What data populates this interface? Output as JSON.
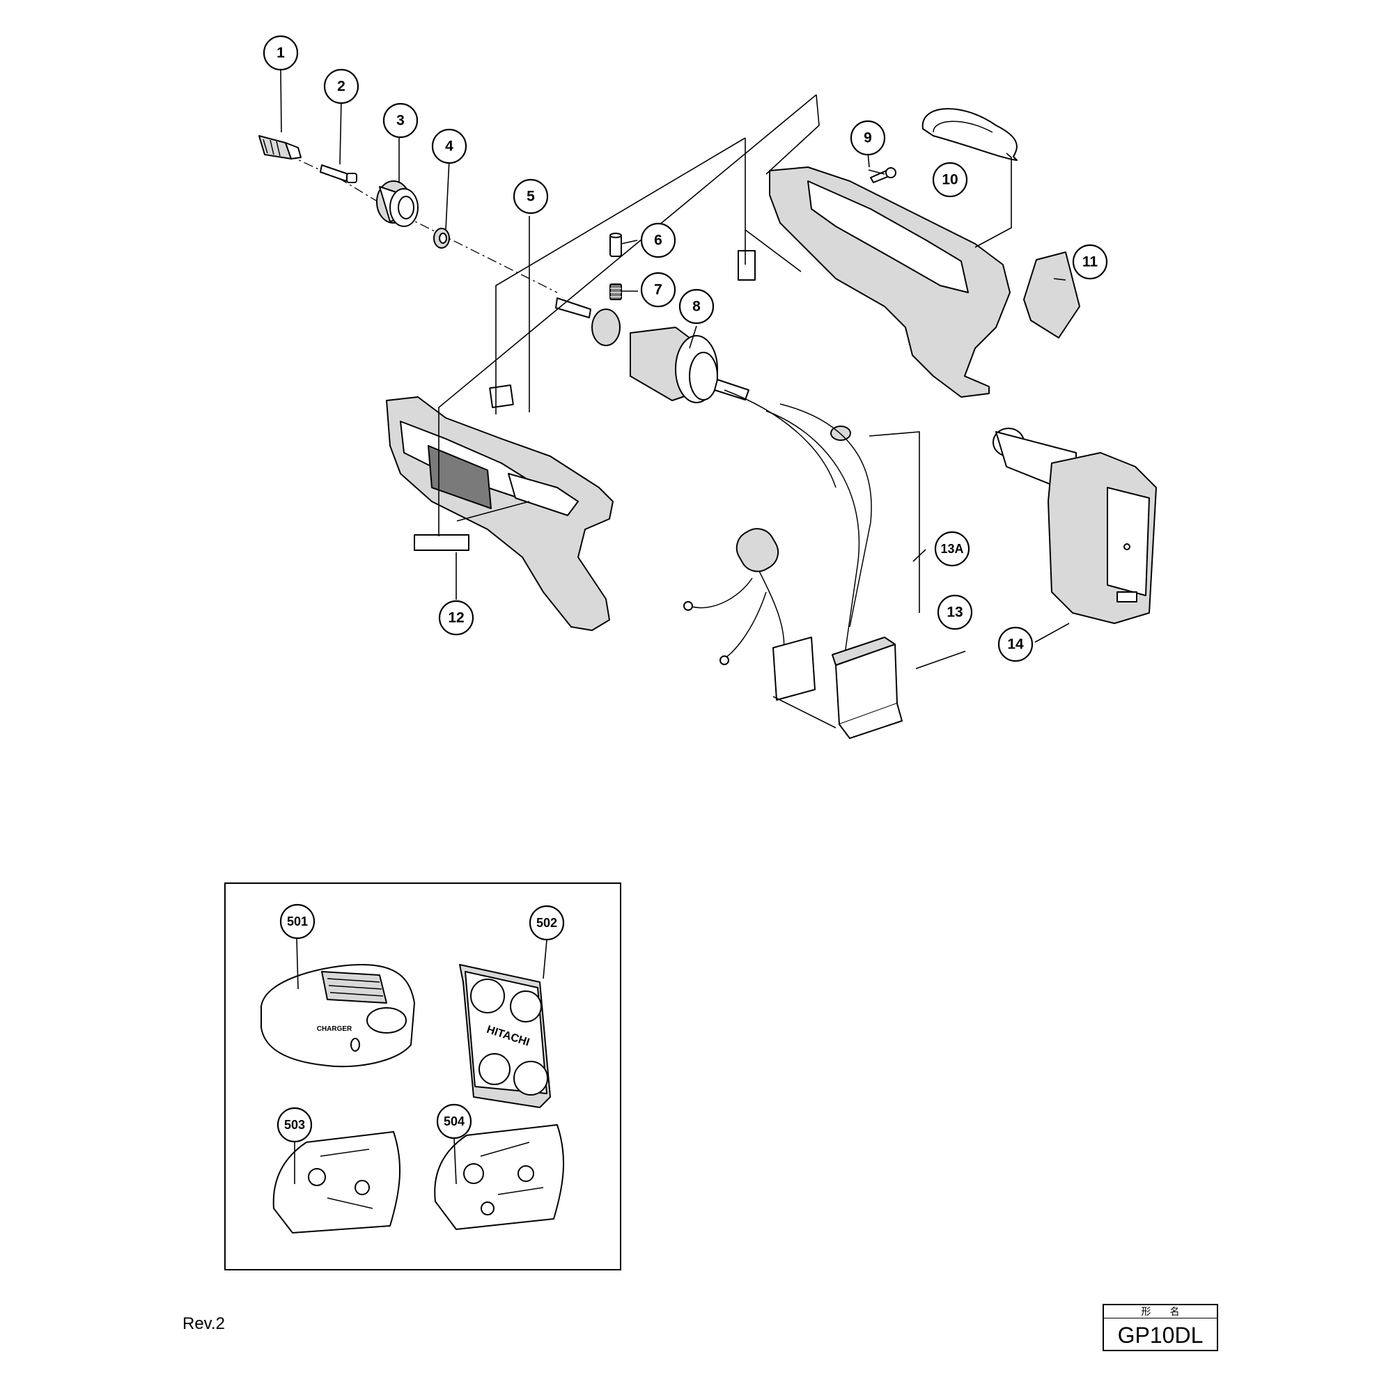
{
  "callouts": [
    {
      "id": "1",
      "label": "1"
    },
    {
      "id": "2",
      "label": "2"
    },
    {
      "id": "3",
      "label": "3"
    },
    {
      "id": "4",
      "label": "4"
    },
    {
      "id": "5",
      "label": "5"
    },
    {
      "id": "6",
      "label": "6"
    },
    {
      "id": "7",
      "label": "7"
    },
    {
      "id": "8",
      "label": "8"
    },
    {
      "id": "9",
      "label": "9"
    },
    {
      "id": "10",
      "label": "10"
    },
    {
      "id": "11",
      "label": "11"
    },
    {
      "id": "12",
      "label": "12"
    },
    {
      "id": "13",
      "label": "13"
    },
    {
      "id": "13A",
      "label": "13A"
    },
    {
      "id": "14",
      "label": "14"
    },
    {
      "id": "501",
      "label": "501"
    },
    {
      "id": "502",
      "label": "502"
    },
    {
      "id": "503",
      "label": "503"
    },
    {
      "id": "504",
      "label": "504"
    }
  ],
  "charger_text": "CHARGER",
  "case_brand": "HITACHI",
  "revision": "Rev.2",
  "model_header": [
    "形",
    "名"
  ],
  "model_name": "GP10DL"
}
